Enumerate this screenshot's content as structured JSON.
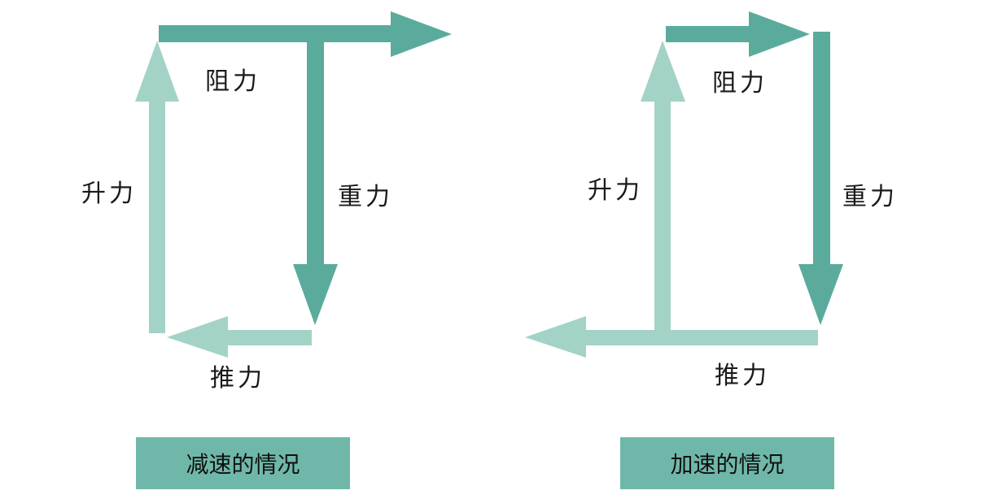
{
  "colors": {
    "strong_force": "#5aab9b",
    "weak_force": "#a2d3c6",
    "caption_bg": "#6fb8a9"
  },
  "diagrams": [
    {
      "caption": "减速的情况",
      "labels": {
        "drag": "阻力",
        "gravity": "重力",
        "lift": "升力",
        "thrust": "推力"
      }
    },
    {
      "caption": "加速的情况",
      "labels": {
        "drag": "阻力",
        "gravity": "重力",
        "lift": "升力",
        "thrust": "推力"
      }
    }
  ]
}
